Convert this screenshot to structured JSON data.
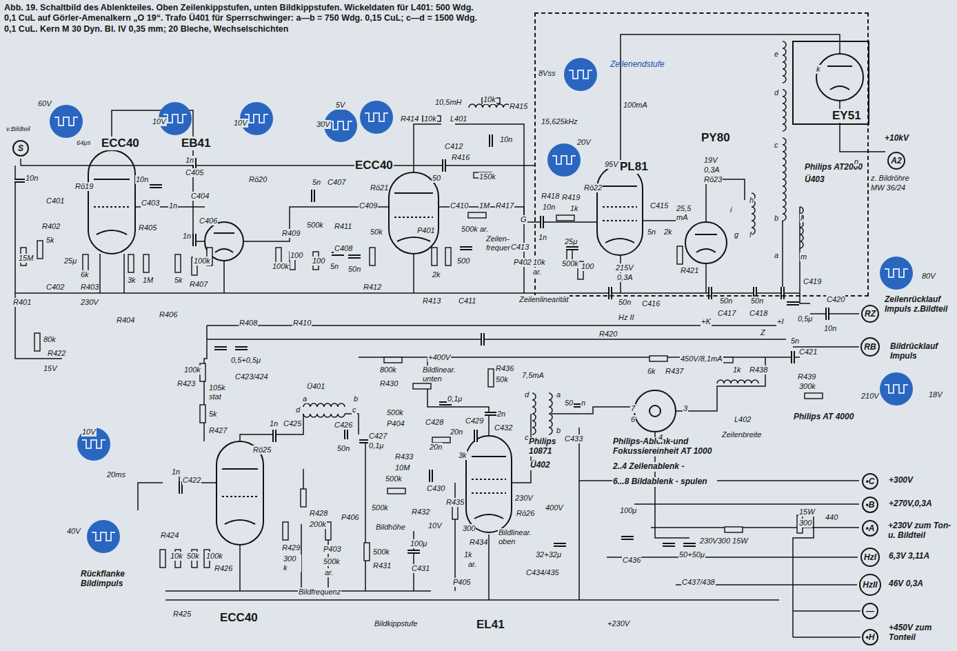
{
  "diagram": {
    "title": "Abb. 19. Schaltbild des Ablenkteiles. Oben Zeilenkippstufen, unten Bildkippstufen. Wickeldaten für L401: 500 Wdg. 0,1 CuL auf Görler-Amenalkern „O 19“. Trafo Ü401 für Sperrschwinger: a—b = 750 Wdg. 0,15 CuL; c—d = 1500 Wdg. 0,1 CuL. Kern M 30 Dyn. Bl. IV 0,35 mm; 20 Bleche, Wechselschichten",
    "nodes": [
      {
        "text": [
          "S"
        ]
      },
      {
        "text": [
          "Zeilenendstufe"
        ]
      },
      {
        "text": [
          "A2"
        ]
      },
      {
        "text": [
          "RZ"
        ]
      },
      {
        "text": [
          "RB"
        ]
      },
      {
        "text": [
          "•C"
        ]
      },
      {
        "text": [
          "•B"
        ]
      },
      {
        "text": [
          "•A"
        ]
      },
      {
        "text": [
          "HzI"
        ]
      },
      {
        "text": [
          "HzII"
        ]
      },
      {
        "text": [
          "—"
        ]
      },
      {
        "text": [
          "•H"
        ]
      }
    ],
    "labels": [
      "v.Bildteil",
      "60V",
      "64μs",
      "ECC40",
      "10V",
      "EB41",
      "10V",
      "30V",
      "5V",
      "ECC40",
      "10,5mH",
      "10k",
      "R415",
      "8Vss",
      "15,625kHz",
      "100mA",
      "20V",
      "95V",
      "PL81",
      "PY80",
      "EY51",
      "+10kV",
      "Philips AT2000",
      "Ü403",
      "z. Bildröhre",
      "MW 36/24",
      "R414",
      "10k",
      "L401",
      "C412",
      "10n",
      "R416",
      "150k",
      "10n",
      "C401",
      "Rö19",
      "10n",
      "C403",
      "1n",
      "C405",
      "1n",
      "C404",
      "1n",
      "C406",
      "Rö20",
      "5n",
      "C407",
      "500k",
      "R409",
      "R411",
      "C408",
      "C409",
      "Rö21",
      "50",
      "C410",
      "1M",
      "R417",
      "P401",
      "500k ar.",
      "Zeilen- frequenz",
      "G",
      "R418",
      "10n",
      "R419",
      "1k",
      "Rö22",
      "C415",
      "5n",
      "2k",
      "19V",
      "0,3A",
      "Rö23",
      "25,5 mA",
      "R421",
      "R402",
      "5k",
      "15M",
      "25μ",
      "6k",
      "R405",
      "3k",
      "1M",
      "5k",
      "100k",
      "C402",
      "R403",
      "R401",
      "230V",
      "R404",
      "R406",
      "R407",
      "R408",
      "R410",
      "100k",
      "100",
      "100",
      "5n",
      "50n",
      "50k",
      "R412",
      "2k",
      "500",
      "R413",
      "C411",
      "C413",
      "1n",
      "P402",
      "10k",
      "ar.",
      "Zeilenlinearität",
      "25μ",
      "500k",
      "100",
      "215V",
      "0,3A",
      "50n",
      "C416",
      "Hz II",
      "R420",
      "50n",
      "C417",
      "+K",
      "50n",
      "C418",
      "Z",
      "+I",
      "0,5μ",
      "C419",
      "C420",
      "10n",
      "80V",
      "Zeilenrücklauf Impuls z.Bildteil",
      "Bildrücklauf Impuls",
      "5n",
      "C421",
      "R439",
      "300k",
      "210V",
      "18V",
      "Philips AT 4000",
      "1k",
      "R438",
      "L402",
      "Zeilenbreite",
      "450V/8,1mA",
      "6k",
      "R437",
      "+400V",
      "800k",
      "R430",
      "Bildlinear. unten",
      "R436",
      "50k",
      "7,5mA",
      "0,1μ",
      "500k",
      "P404",
      "C428",
      "20n",
      "C429",
      "2n",
      "C432",
      "C427",
      "0,1μ",
      "R433",
      "10M",
      "20n",
      "3k",
      "C430",
      "500k",
      "P406",
      "500k",
      "R432",
      "Bildhöhe",
      "500k",
      "R431",
      "R435",
      "230V",
      "Rö26",
      "10V",
      "300",
      "R434",
      "1k",
      "ar.",
      "P405",
      "100μ",
      "C431",
      "Bildlinear. oben",
      "EL41",
      "Bildkippstufe",
      "Philips 10871",
      "Ü402",
      "d",
      "c",
      "a",
      "b",
      "50",
      "n",
      "C433",
      "400V",
      "32+32μ",
      "C434/435",
      "+230V",
      "Philips-Ablenk-und Fokussiereinheit AT 1000",
      "2..4 Zeilenablenk -",
      "6...8 Bildablenk - spulen",
      "7",
      "6",
      "3",
      "4",
      "100μ",
      "C436",
      "230V300 15W",
      "50+50μ",
      "C437/438",
      "15W",
      "300",
      "440",
      "+300V",
      "+270V,0,3A",
      "+230V zum Ton-u. Bildteil",
      "6,3V 3,11A",
      "46V 0,3A",
      "+450V zum Tonteil",
      "R422",
      "80k",
      "15V",
      "0,5+0,5μ",
      "C423/424",
      "100k",
      "R423",
      "105k stat",
      "5k",
      "R427",
      "10V",
      "20ms",
      "Ü401",
      "a",
      "b",
      "c",
      "d",
      "1n",
      "C425",
      "C426",
      "50n",
      "Rö25",
      "R428",
      "200k",
      "R429",
      "300 k",
      "P403",
      "500k",
      "ar.",
      "Bildfrequenz",
      "1n",
      "C422",
      "R424",
      "10k",
      "50k",
      "100k",
      "R426",
      "R425",
      "40V",
      "Rückflanke Bildimpuls",
      "ECC40",
      "e",
      "d",
      "c",
      "b",
      "a",
      "l",
      "m",
      "n",
      "k",
      "h",
      "i",
      "g",
      "f"
    ]
  }
}
